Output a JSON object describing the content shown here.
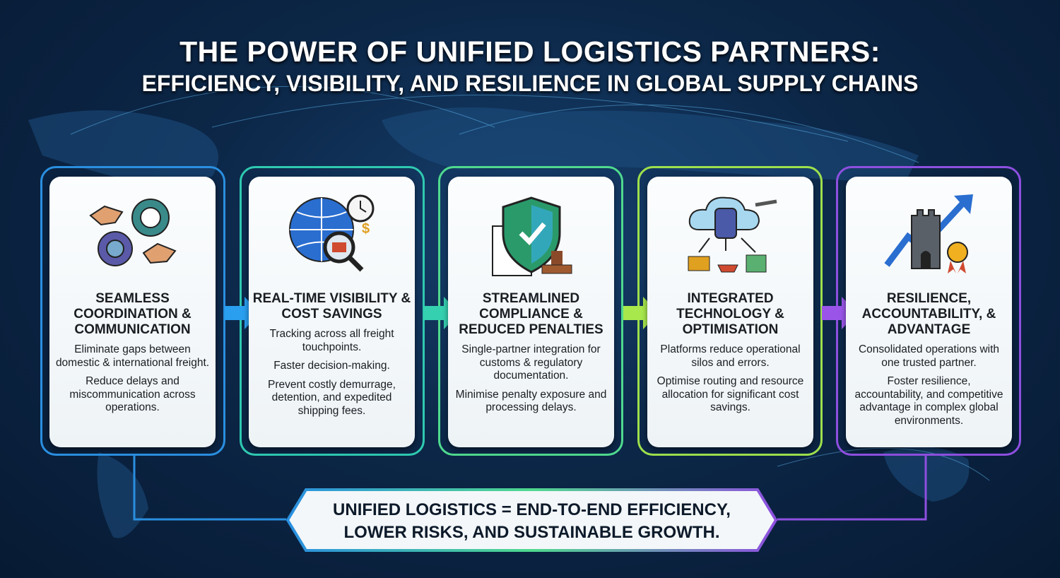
{
  "title": {
    "line1": "THE POWER OF UNIFIED LOGISTICS PARTNERS:",
    "line2": "EFFICIENCY, VISIBILITY, AND RESILIENCE IN GLOBAL SUPPLY CHAINS"
  },
  "cards": [
    {
      "title": "SEAMLESS COORDINATION & COMMUNICATION",
      "p1": "Eliminate gaps between domestic & international freight.",
      "p2": "Reduce delays and miscommunication across operations.",
      "color": "#2a8fe0",
      "icon": "handshake-gears-icon"
    },
    {
      "title": "REAL-TIME VISIBILITY & COST SAVINGS",
      "p1": "Tracking across all freight touchpoints.",
      "p2": "Faster decision-making.",
      "p3": "Prevent costly demurrage, detention, and expedited shipping fees.",
      "color": "#2fc9b0",
      "icon": "globe-magnifier-icon"
    },
    {
      "title": "STREAMLINED COMPLIANCE & REDUCED PENALTIES",
      "p1": "Single-partner integration for customs & regulatory documentation.",
      "p2": "Minimise penalty exposure and processing delays.",
      "color": "#4fd98e",
      "icon": "shield-check-icon"
    },
    {
      "title": "INTEGRATED TECHNOLOGY & OPTIMISATION",
      "p1": "Platforms reduce operational silos and errors.",
      "p2": "Optimise routing and resource allocation for significant cost savings.",
      "color": "#9de04c",
      "icon": "cloud-database-icon"
    },
    {
      "title": "RESILIENCE, ACCOUNTABILITY, & ADVANTAGE",
      "p1": "Consolidated operations with one trusted partner.",
      "p2": "Foster resilience, accountability, and competitive advantage in complex global environments.",
      "color": "#8e4fe0",
      "icon": "castle-growth-icon"
    }
  ],
  "banner": {
    "line1": "UNIFIED LOGISTICS = END-TO-END EFFICIENCY,",
    "line2": "LOWER RISKS, AND SUSTAINABLE GROWTH."
  }
}
